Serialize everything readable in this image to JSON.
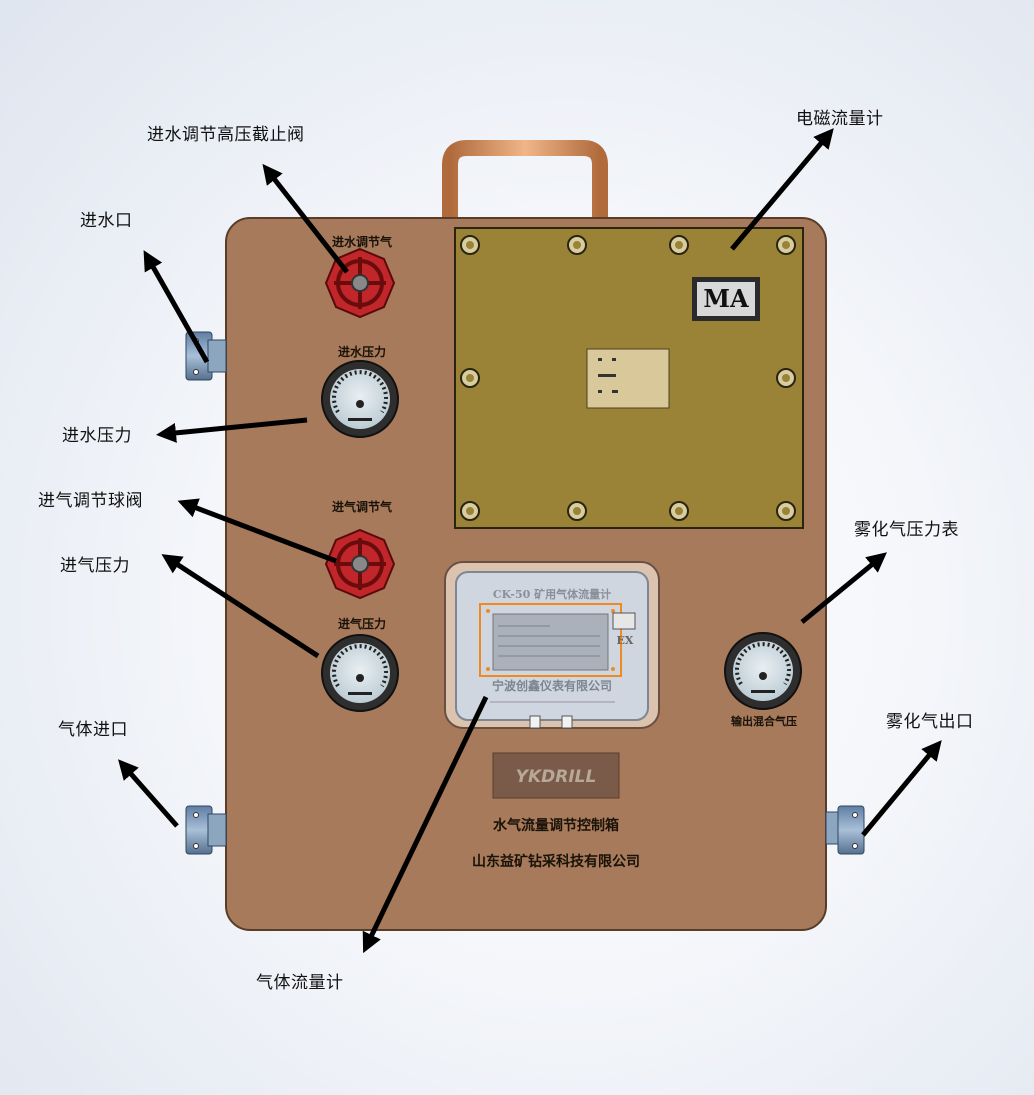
{
  "labels": {
    "water_inlet": "进水口",
    "water_valve": "进水调节高压截止阀",
    "water_pressure": "进水压力",
    "air_valve": "进气调节球阀",
    "air_pressure": "进气压力",
    "gas_inlet": "气体进口",
    "gas_flowmeter": "气体流量计",
    "em_flowmeter": "电磁流量计",
    "mist_gauge": "雾化气压力表",
    "mist_outlet": "雾化气出口"
  },
  "panel": {
    "water_valve_tag": "进水调节气",
    "water_pressure_tag": "进水压力",
    "air_valve_tag": "进气调节气",
    "air_pressure_tag": "进气压力",
    "mist_gauge_tag": "输出混合气压",
    "ma_mark": "MA",
    "flowmeter_title": "CK-50 矿用气体流量计",
    "flowmeter_company": "宁波创鑫仪表有限公司",
    "ex_mark": "EX",
    "logo": "YKDRILL",
    "box_name": "水气流量调节控制箱",
    "company": "山东益矿钻采科技有限公司"
  },
  "colors": {
    "box": "#a67a5a",
    "plate": "#9a8236",
    "valve": "#c0262a",
    "copper": "#c98a58"
  }
}
